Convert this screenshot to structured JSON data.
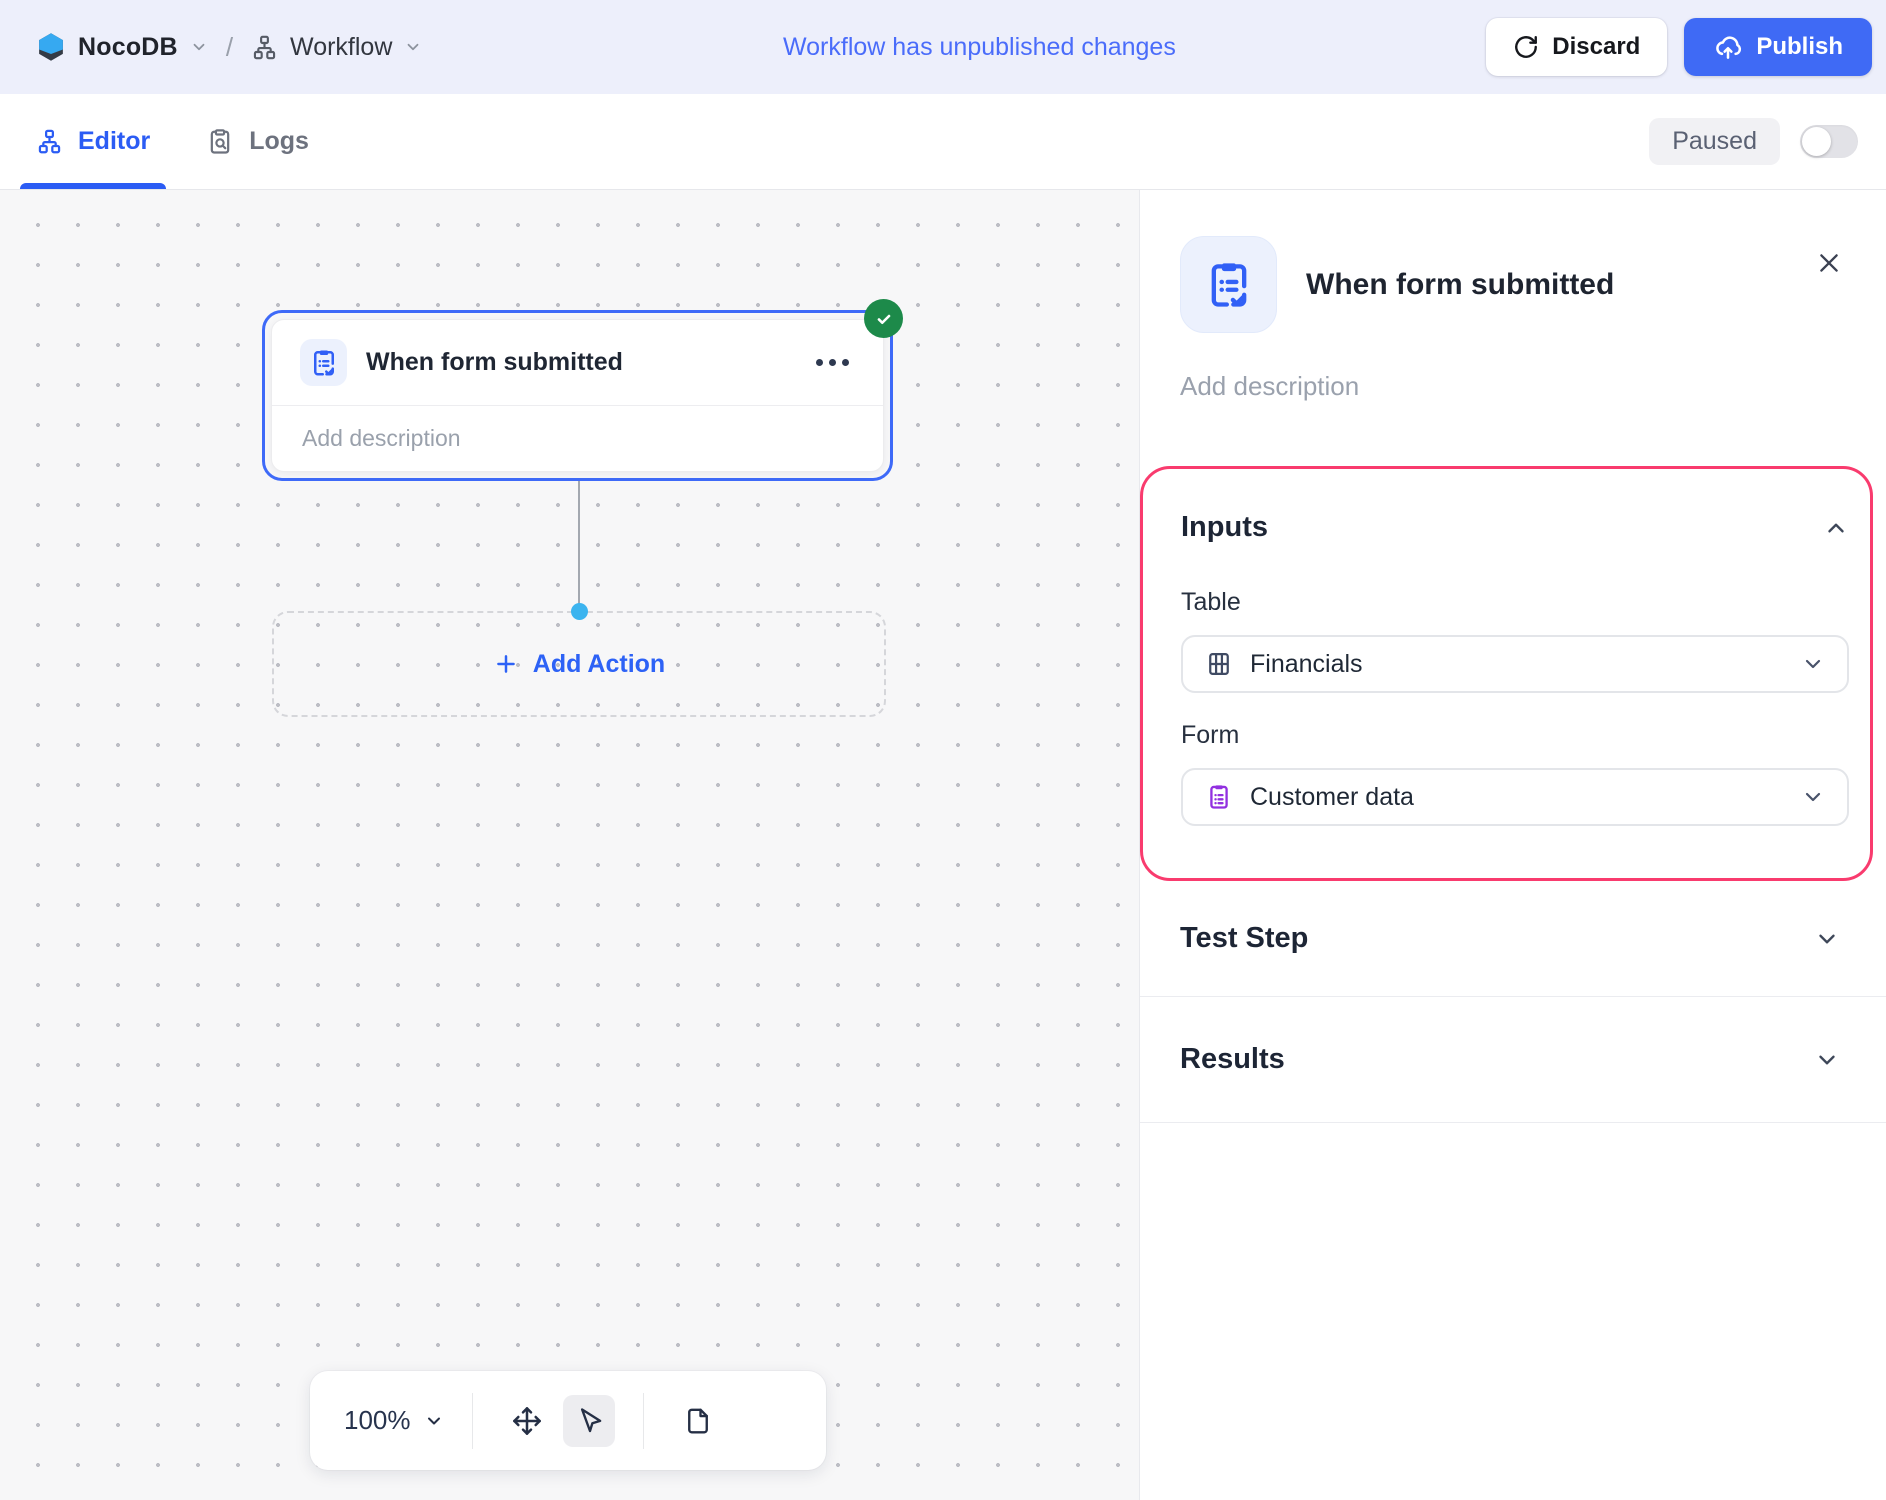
{
  "topbar": {
    "brand": "NocoDB",
    "separator": "/",
    "workspace": "Workflow",
    "status_message": "Workflow has unpublished changes",
    "discard_label": "Discard",
    "publish_label": "Publish"
  },
  "tabs": {
    "editor_label": "Editor",
    "logs_label": "Logs",
    "paused_label": "Paused",
    "paused_toggle_state": "off"
  },
  "canvas": {
    "node": {
      "title": "When form submitted",
      "description_placeholder": "Add description",
      "status": "success"
    },
    "add_action_label": "Add Action",
    "toolbar": {
      "zoom_level": "100%"
    }
  },
  "panel": {
    "title": "When form submitted",
    "description_placeholder": "Add description",
    "inputs_section": {
      "title": "Inputs",
      "table_label": "Table",
      "table_value": "Financials",
      "form_label": "Form",
      "form_value": "Customer data"
    },
    "test_step_section": {
      "title": "Test Step"
    },
    "results_section": {
      "title": "Results"
    }
  },
  "icons": {
    "brand": "nocodb-hexagon-logo",
    "breadcrumb": "workflow-hierarchy-icon",
    "discard": "refresh-icon",
    "publish": "cloud-upload-icon",
    "editor_tab": "workflow-hierarchy-icon",
    "logs_tab": "clipboard-search-icon",
    "node": "form-clipboard-check-icon",
    "table_field": "table-grid-icon",
    "form_field": "form-clipboard-icon",
    "toolbar": [
      "chevron-down-icon",
      "move-icon",
      "cursor-icon",
      "file-icon"
    ]
  },
  "colors": {
    "topbar_bg": "#edeffb",
    "accent_blue": "#3f6af5",
    "status_text_blue": "#4a6cfa",
    "selection_blue": "#3e6af8",
    "highlight_pink": "#f93b6e",
    "success_green": "#1d8a4a",
    "form_purple": "#9230e0",
    "connector_dot_blue": "#3cb4ef",
    "canvas_bg": "#f7f7f8"
  }
}
